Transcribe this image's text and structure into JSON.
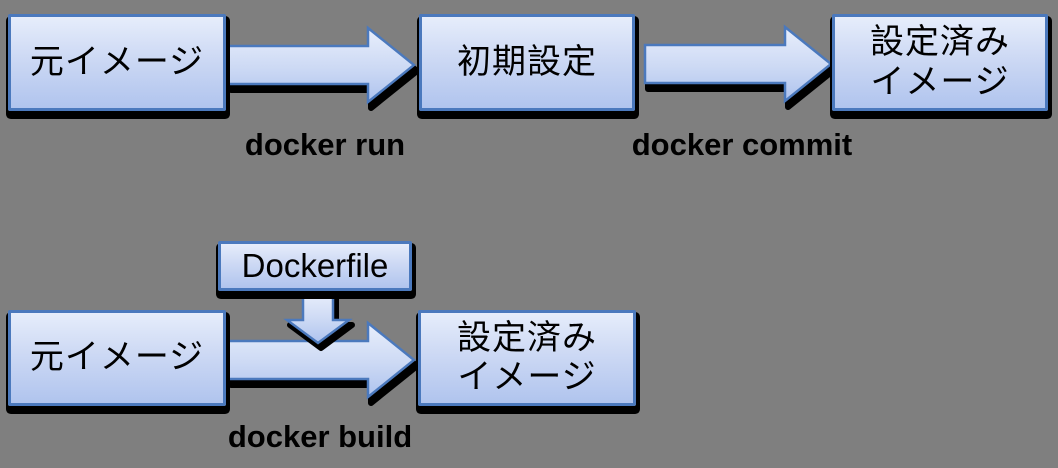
{
  "background_color": "#7f7f7f",
  "palette": {
    "box_fill_top": "#e6edfb",
    "box_fill_bottom": "#b0c4ee",
    "box_border": "#4b79bd",
    "shadow_color": "#000000",
    "text_color": "#000000"
  },
  "commit_flow": {
    "source_box_label": "元イメージ",
    "setup_box_label": "初期設定",
    "result_box_label": "設定済み\nイメージ",
    "run_arrow_label": "docker run",
    "commit_arrow_label": "docker commit"
  },
  "build_flow": {
    "dockerfile_box_label": "Dockerfile",
    "source_box_label": "元イメージ",
    "result_box_label": "設定済み\nイメージ",
    "build_arrow_label": "docker build"
  }
}
